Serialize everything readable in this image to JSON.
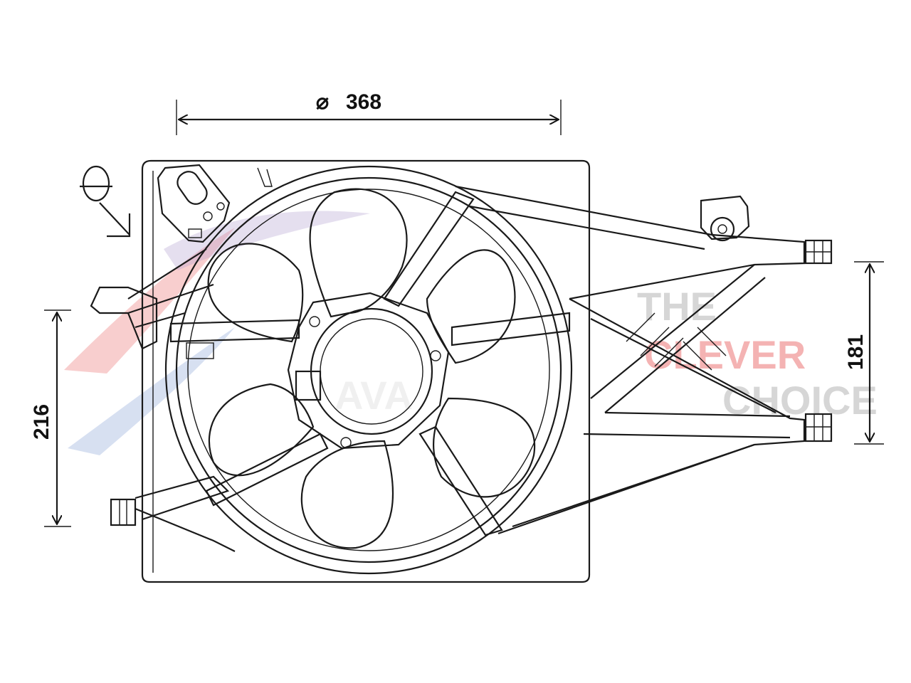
{
  "dimensions": {
    "diameter": {
      "symbol": "⌀",
      "value": "368"
    },
    "height_left": "216",
    "height_right": "181"
  },
  "watermark": {
    "logo": "AVA",
    "tagline": [
      "THE",
      "CLEVER",
      "CHOICE"
    ],
    "colors": {
      "red": "#e23a3a",
      "blue": "#4a72c4",
      "purple": "#7a5ab0",
      "grey": "#b5b5b5"
    }
  },
  "icons": [
    "rotation-direction-icon"
  ]
}
